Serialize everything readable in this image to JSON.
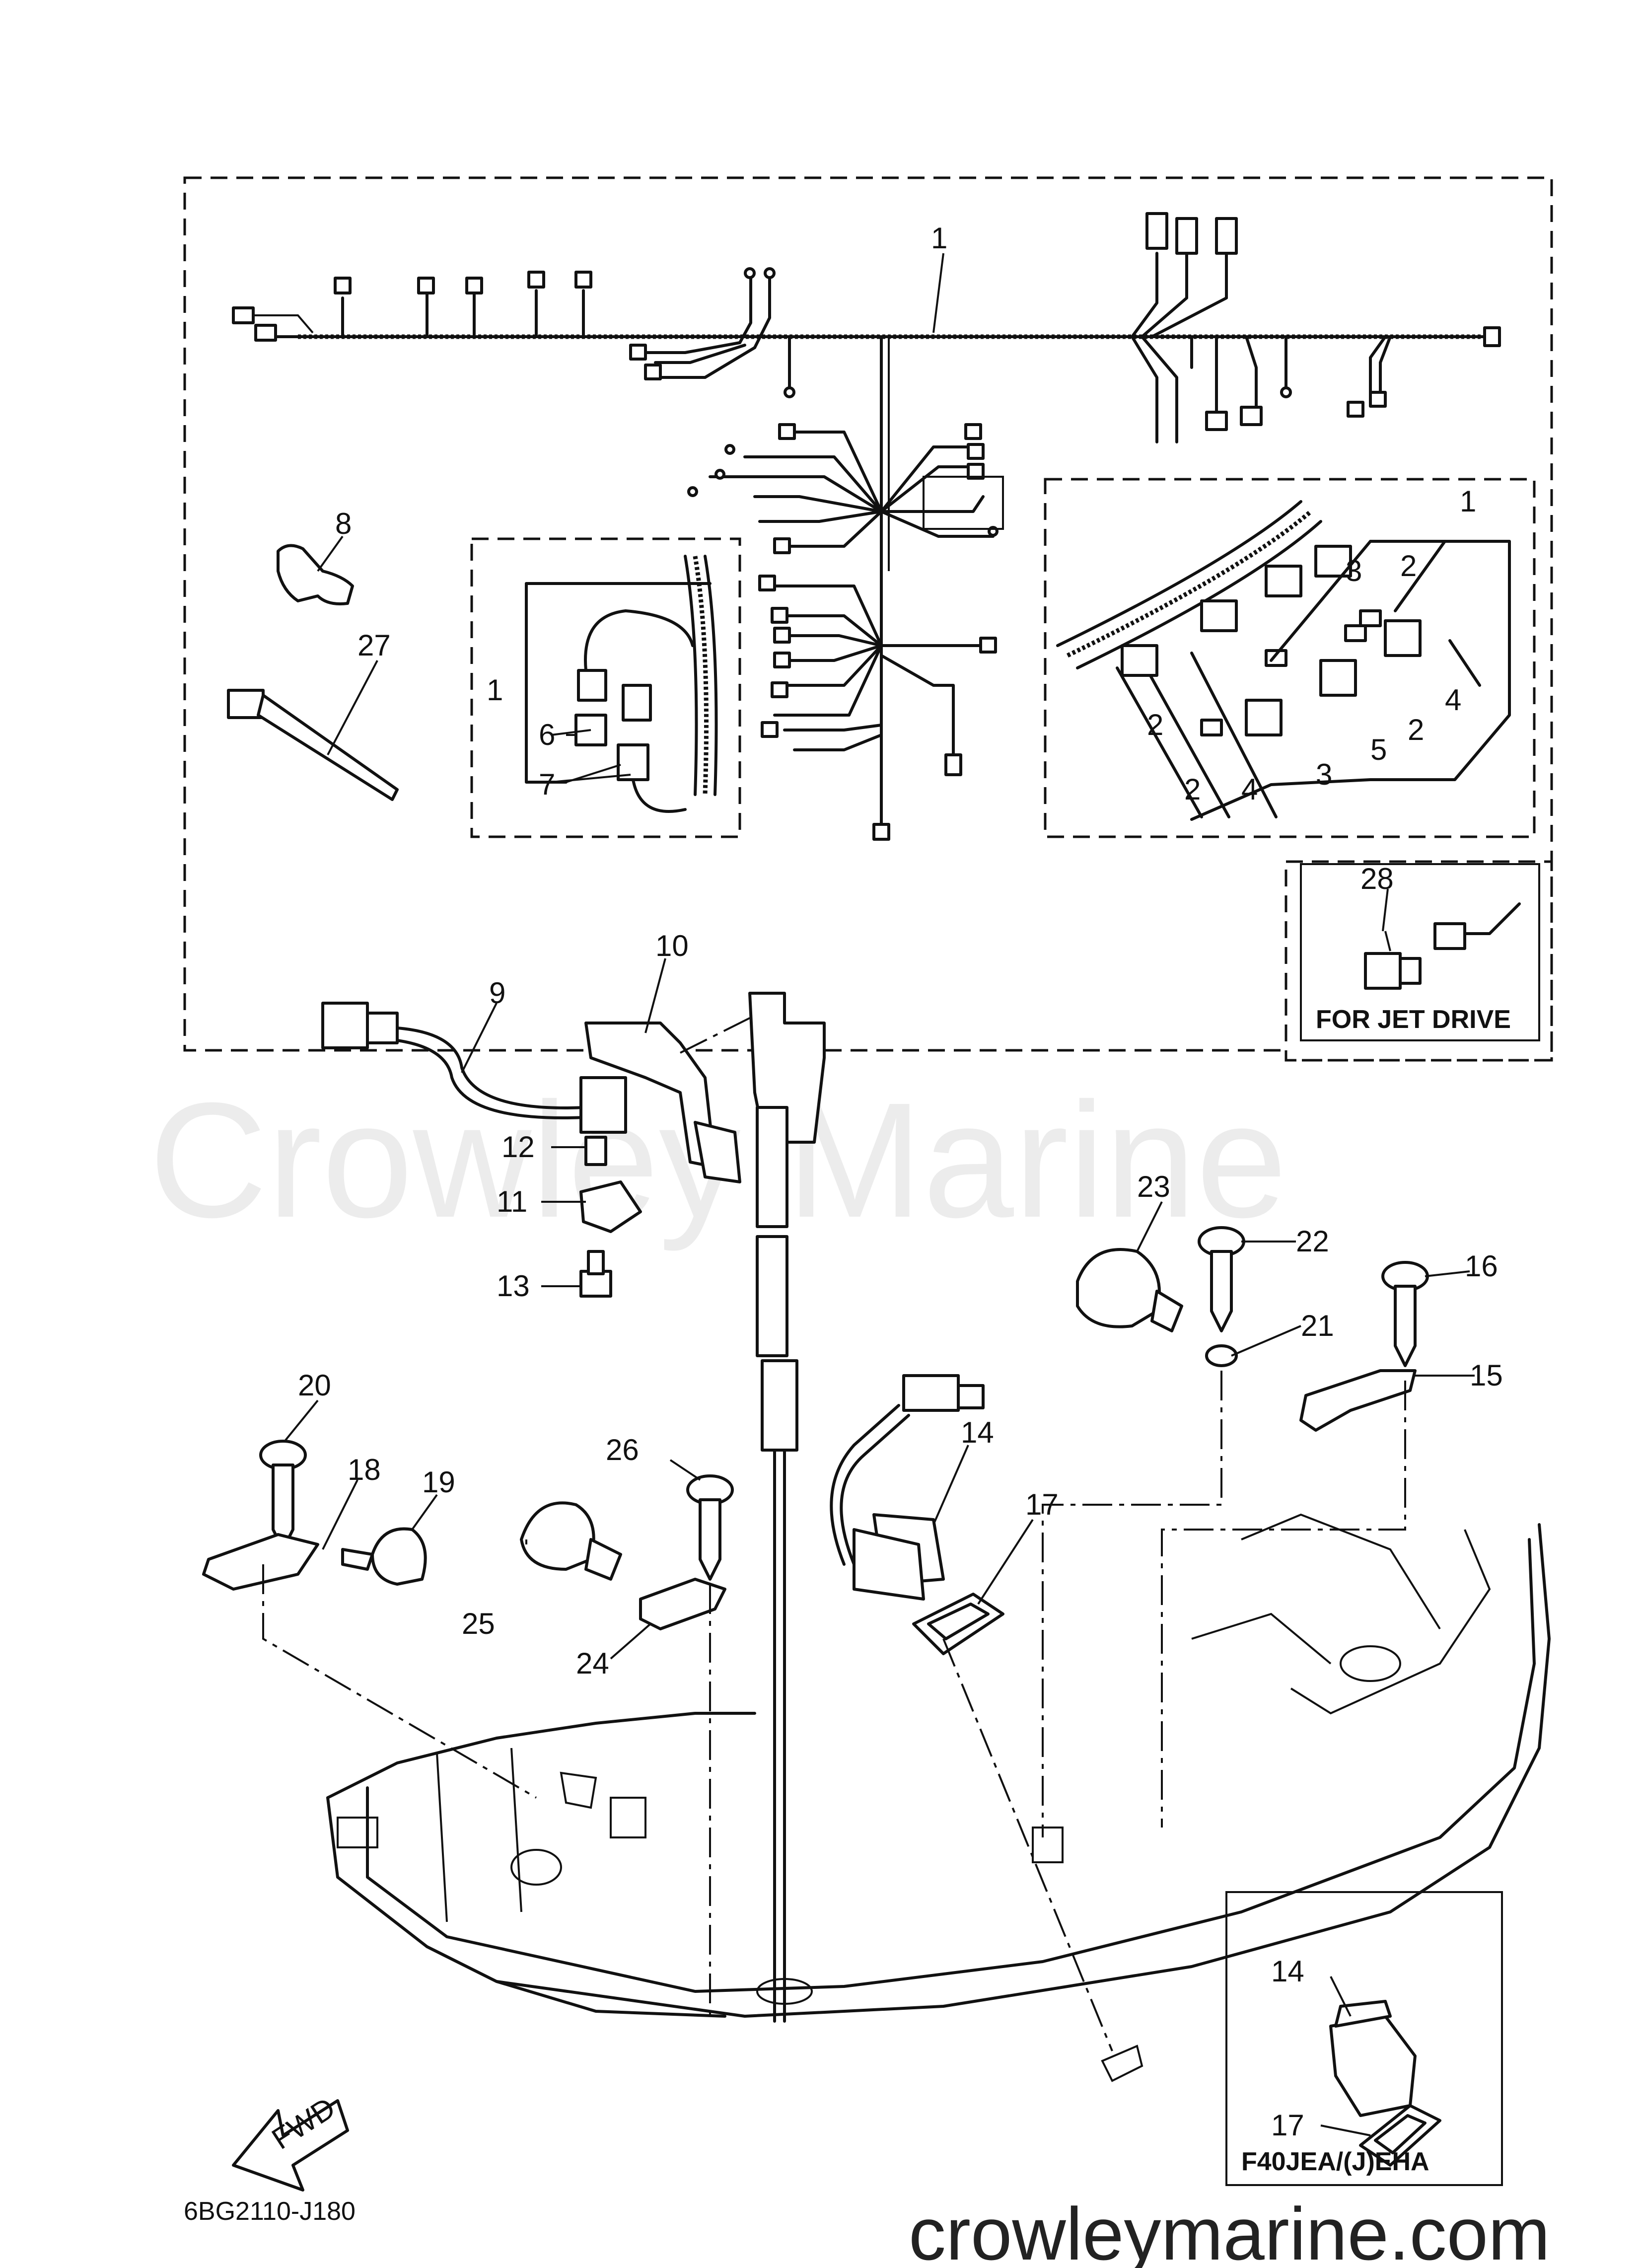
{
  "drawing_code": "6BG2110-J180",
  "watermark_text": "Crowley Marine",
  "website": "crowleymarine.com",
  "inset_jet_drive": "FOR JET DRIVE",
  "inset_model": "F40JEA/(J)EHA",
  "fwd_label": "FWD",
  "callouts": {
    "c1a": "1",
    "c1b": "1",
    "c1c": "1",
    "c2a": "2",
    "c2b": "2",
    "c2c": "2",
    "c2d": "2",
    "c3a": "3",
    "c3b": "3",
    "c4a": "4",
    "c4b": "4",
    "c5": "5",
    "c6": "6",
    "c7": "7",
    "c8": "8",
    "c9": "9",
    "c10": "10",
    "c11": "11",
    "c12": "12",
    "c13": "13",
    "c14a": "14",
    "c14b": "14",
    "c15": "15",
    "c16": "16",
    "c17a": "17",
    "c17b": "17",
    "c18": "18",
    "c19": "19",
    "c20": "20",
    "c21": "21",
    "c22": "22",
    "c23": "23",
    "c24": "24",
    "c25": "25",
    "c26": "26",
    "c27": "27",
    "c28": "28"
  }
}
